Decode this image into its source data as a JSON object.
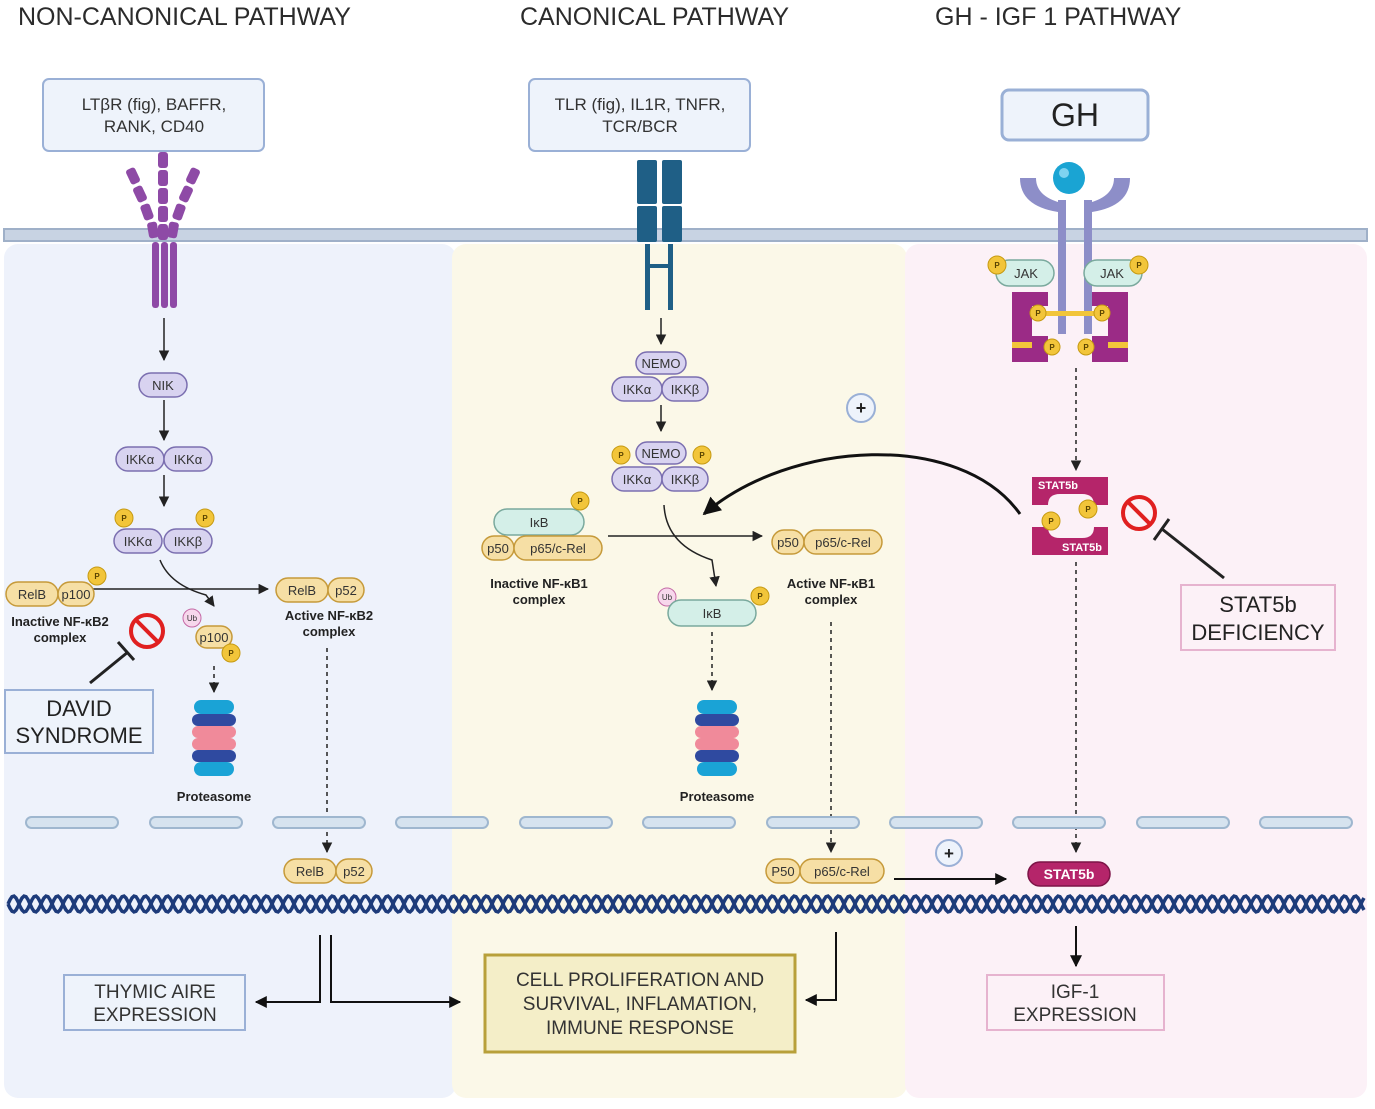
{
  "titles": {
    "noncanonical": "NON-CANONICAL PATHWAY",
    "canonical": "CANONICAL PATHWAY",
    "gh_igf": "GH - IGF 1 PATHWAY"
  },
  "receptors": {
    "noncanonical": {
      "line1": "LTβR (fig), BAFFR,",
      "line2": "RANK, CD40"
    },
    "canonical": {
      "line1": "TLR (fig), IL1R, TNFR,",
      "line2": "TCR/BCR"
    },
    "gh": "GH"
  },
  "labels": {
    "nik": "NIK",
    "ikka": "IKKα",
    "ikkb": "IKKβ",
    "nemo": "NEMO",
    "jak": "JAK",
    "p": "P",
    "ub": "Ub",
    "relb": "RelB",
    "p100": "p100",
    "p52": "p52",
    "ikb": "IκB",
    "p50": "p50",
    "P50": "P50",
    "p65crel": "p65/c-Rel",
    "stat5b": "STAT5b",
    "plus": "+"
  },
  "complexes": {
    "inactive_nfkb2": {
      "line1": "Inactive NF-κB2",
      "line2": "complex"
    },
    "active_nfkb2": {
      "line1": "Active NF-κB2",
      "line2": "complex"
    },
    "inactive_nfkb1": {
      "line1": "Inactive NF-κB1",
      "line2": "complex"
    },
    "active_nfkb1": {
      "line1": "Active NF-κB1",
      "line2": "complex"
    },
    "proteasome": "Proteasome"
  },
  "deficiencies": {
    "david": {
      "line1": "DAVID",
      "line2": "SYNDROME"
    },
    "stat5b": {
      "line1": "STAT5b",
      "line2": "DEFICIENCY"
    }
  },
  "outcomes": {
    "thymic": {
      "line1": "THYMIC AIRE",
      "line2": "EXPRESSION"
    },
    "cell": {
      "line1": "CELL PROLIFERATION AND",
      "line2": "SURVIVAL, INFLAMATION,",
      "line3": "IMMUNE RESPONSE"
    },
    "igf1": {
      "line1": "IGF-1",
      "line2": "EXPRESSION"
    }
  },
  "colors": {
    "panel_blue": "#eef2fb",
    "panel_yellow": "#fbf8e8",
    "panel_pink": "#fcf1f7",
    "membrane": "#9fb0c8",
    "box_border_blue": "#9ab0d6",
    "purple_receptor": "#8e4aa6",
    "teal_receptor": "#1f5f86",
    "ghr_purple": "#8d8ec8",
    "jak_box": "#9b2b86",
    "stat5b_magenta": "#b5256a",
    "phospho_yellow": "#f2c53a",
    "ikk_lilac": "#d8d3f0",
    "rel_tan": "#f6dfa5",
    "ikb_mint": "#d4efe8",
    "dna_blue": "#1d3b7a",
    "inhibit_red": "#e02020",
    "cell_box_border": "#c9b33a"
  }
}
